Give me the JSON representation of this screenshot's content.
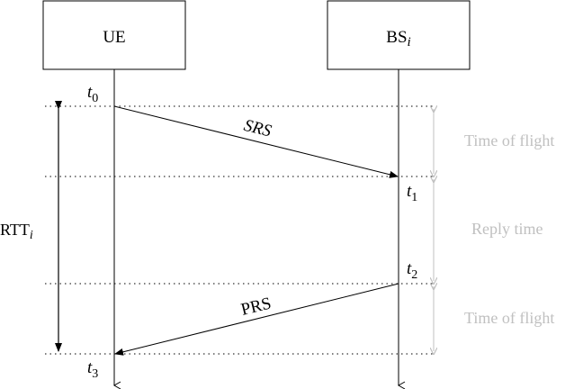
{
  "entities": {
    "ue": {
      "label": "UE"
    },
    "bs": {
      "label": "BS",
      "subscript": "i"
    }
  },
  "messages": {
    "srs": {
      "label": "SRS"
    },
    "prs": {
      "label": "PRS"
    }
  },
  "times": {
    "t0": {
      "base": "t",
      "sub": "0"
    },
    "t1": {
      "base": "t",
      "sub": "1"
    },
    "t2": {
      "base": "t",
      "sub": "2"
    },
    "t3": {
      "base": "t",
      "sub": "3"
    }
  },
  "rtt": {
    "base": "RTT",
    "sub": "i"
  },
  "intervals": {
    "flight1": "Time of flight",
    "reply": "Reply time",
    "flight2": "Time of flight"
  },
  "colors": {
    "line": "#000000",
    "muted": "#c0c0c0"
  }
}
